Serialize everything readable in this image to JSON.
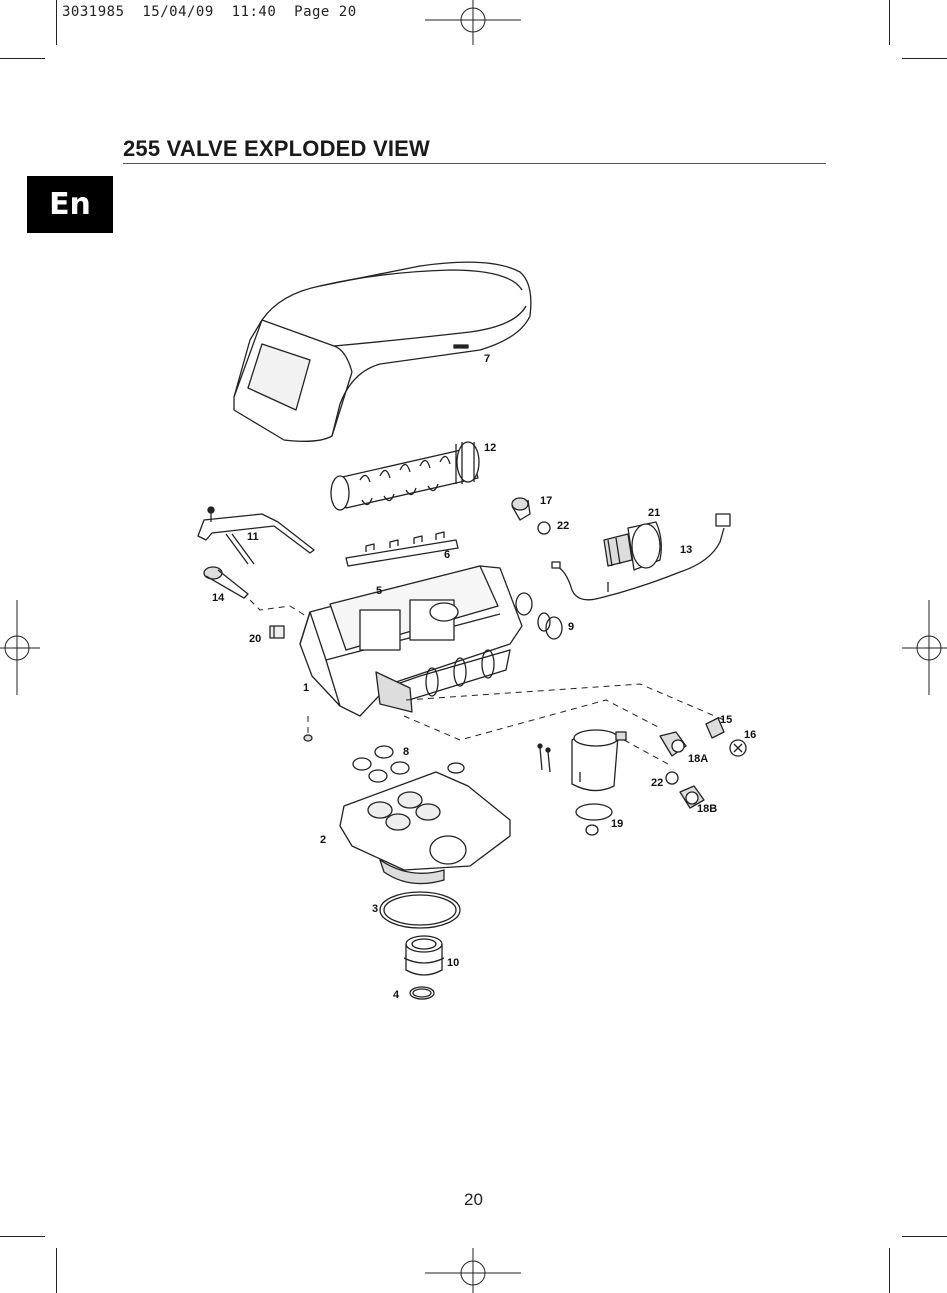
{
  "header": {
    "slug": "3031985  15/04/09  11:40  Page 20"
  },
  "page": {
    "title": "255 VALVE EXPLODED VIEW",
    "language_tab": "En",
    "page_number": "20"
  },
  "diagram": {
    "part_labels": [
      "1",
      "2",
      "3",
      "4",
      "5",
      "6",
      "7",
      "8",
      "9",
      "10",
      "11",
      "12",
      "13",
      "14",
      "15",
      "16",
      "17",
      "18A",
      "18B",
      "19",
      "20",
      "21",
      "22",
      "22"
    ]
  }
}
